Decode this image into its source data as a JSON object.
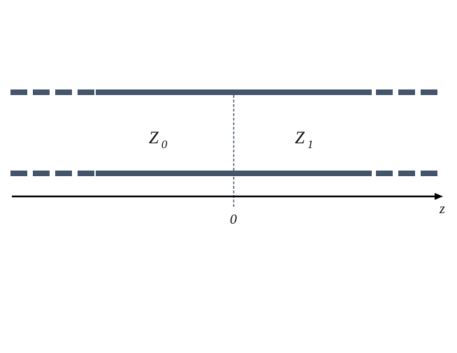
{
  "diagram": {
    "type": "transmission-line-junction",
    "colors": {
      "line": "#44546a",
      "axis": "#000000",
      "divider": "#44546a"
    },
    "regions": [
      {
        "label": "Z",
        "subscript": "0",
        "side": "left"
      },
      {
        "label": "Z",
        "subscript": "1",
        "side": "right"
      }
    ],
    "axis": {
      "label": "z",
      "origin_label": "0"
    }
  }
}
